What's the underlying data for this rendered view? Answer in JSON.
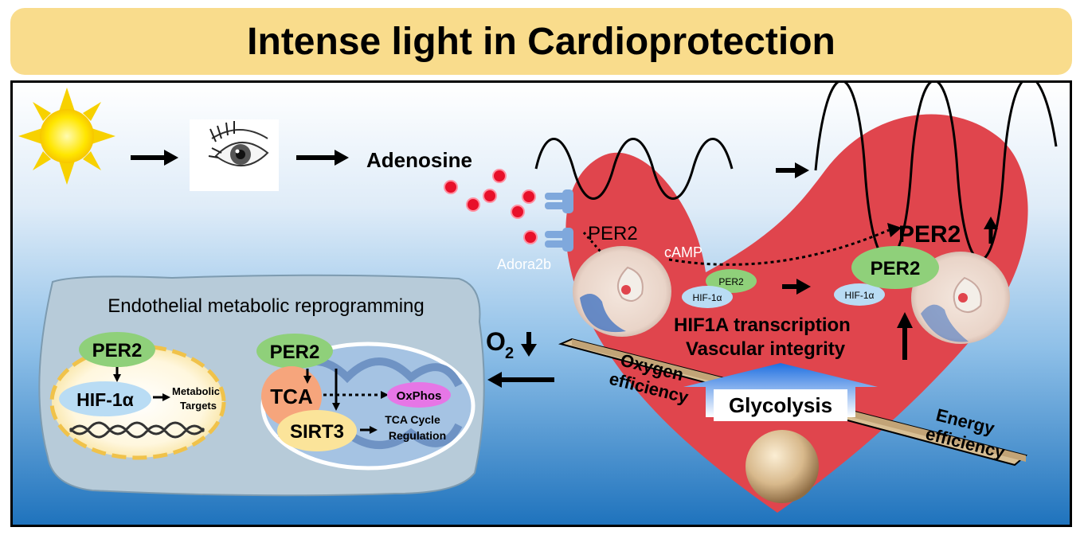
{
  "title": "Intense light in Cardioprotection",
  "labels": {
    "adenosine": "Adenosine",
    "adora2b": "Adora2b",
    "per2": "PER2",
    "camp": "cAMP",
    "per2_up": "PER2",
    "hif1a": "HIF-1α",
    "hif1a_transcription": "HIF1A transcription",
    "vascular_integrity": "Vascular integrity",
    "oxygen_efficiency_1": "Oxygen",
    "oxygen_efficiency_2": "efficiency",
    "energy_efficiency_1": "Energy",
    "energy_efficiency_2": "efficiency",
    "glycolysis": "Glycolysis",
    "o2": "O",
    "o2_sub": "2"
  },
  "endothelial": {
    "title": "Endothelial metabolic reprogramming",
    "per2": "PER2",
    "hif1a": "HIF-1α",
    "metabolic_1": "Metabolic",
    "metabolic_2": "Targets",
    "tca": "TCA",
    "oxphos": "OxPhos",
    "sirt3": "SIRT3",
    "tca_cycle_1": "TCA Cycle",
    "tca_cycle_2": "Regulation"
  },
  "colors": {
    "title_bg": "#f9dc8c",
    "heart": "#e0454d",
    "per2_green": "#8fd07a",
    "hif_blue": "#b9dcf4",
    "tca_orange": "#f6a57c",
    "sirt3_yellow": "#fbe49a",
    "oxphos_magenta": "#e676e6",
    "adenosine_red": "#e8102a",
    "receptor_blue": "#7fa8dc"
  }
}
